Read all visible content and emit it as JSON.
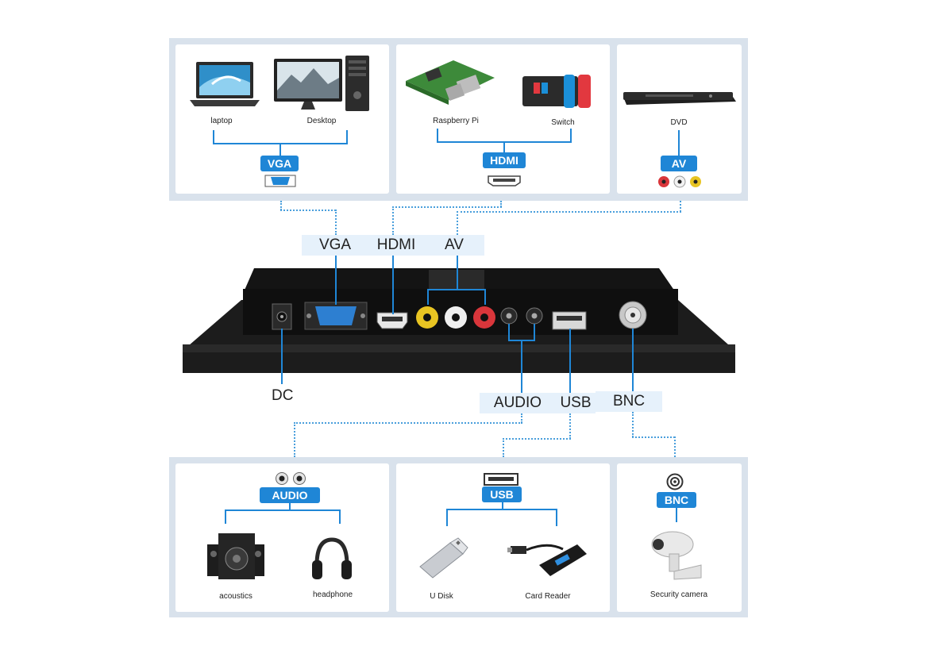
{
  "top_cards": {
    "vga": {
      "items": [
        "laptop",
        "Desktop"
      ],
      "badge": "VGA"
    },
    "hdmi": {
      "items": [
        "Raspberry Pi",
        "Switch"
      ],
      "badge": "HDMI"
    },
    "av": {
      "items": [
        "DVD"
      ],
      "badge": "AV"
    }
  },
  "top_callouts": [
    "VGA",
    "HDMI",
    "AV"
  ],
  "bottom_callouts": [
    "AUDIO",
    "USB",
    "BNC"
  ],
  "dc_label": "DC",
  "bottom_cards": {
    "audio": {
      "badge": "AUDIO",
      "items": [
        "acoustics",
        "headphone"
      ]
    },
    "usb": {
      "badge": "USB",
      "items": [
        "U Disk",
        "Card Reader"
      ]
    },
    "bnc": {
      "badge": "BNC",
      "items": [
        "Security camera"
      ]
    }
  },
  "colors": {
    "accent": "#1f86d6",
    "panel": "#d9e2ec",
    "callout_bg": "#e6f1fb",
    "device": "#1c1c1c"
  }
}
